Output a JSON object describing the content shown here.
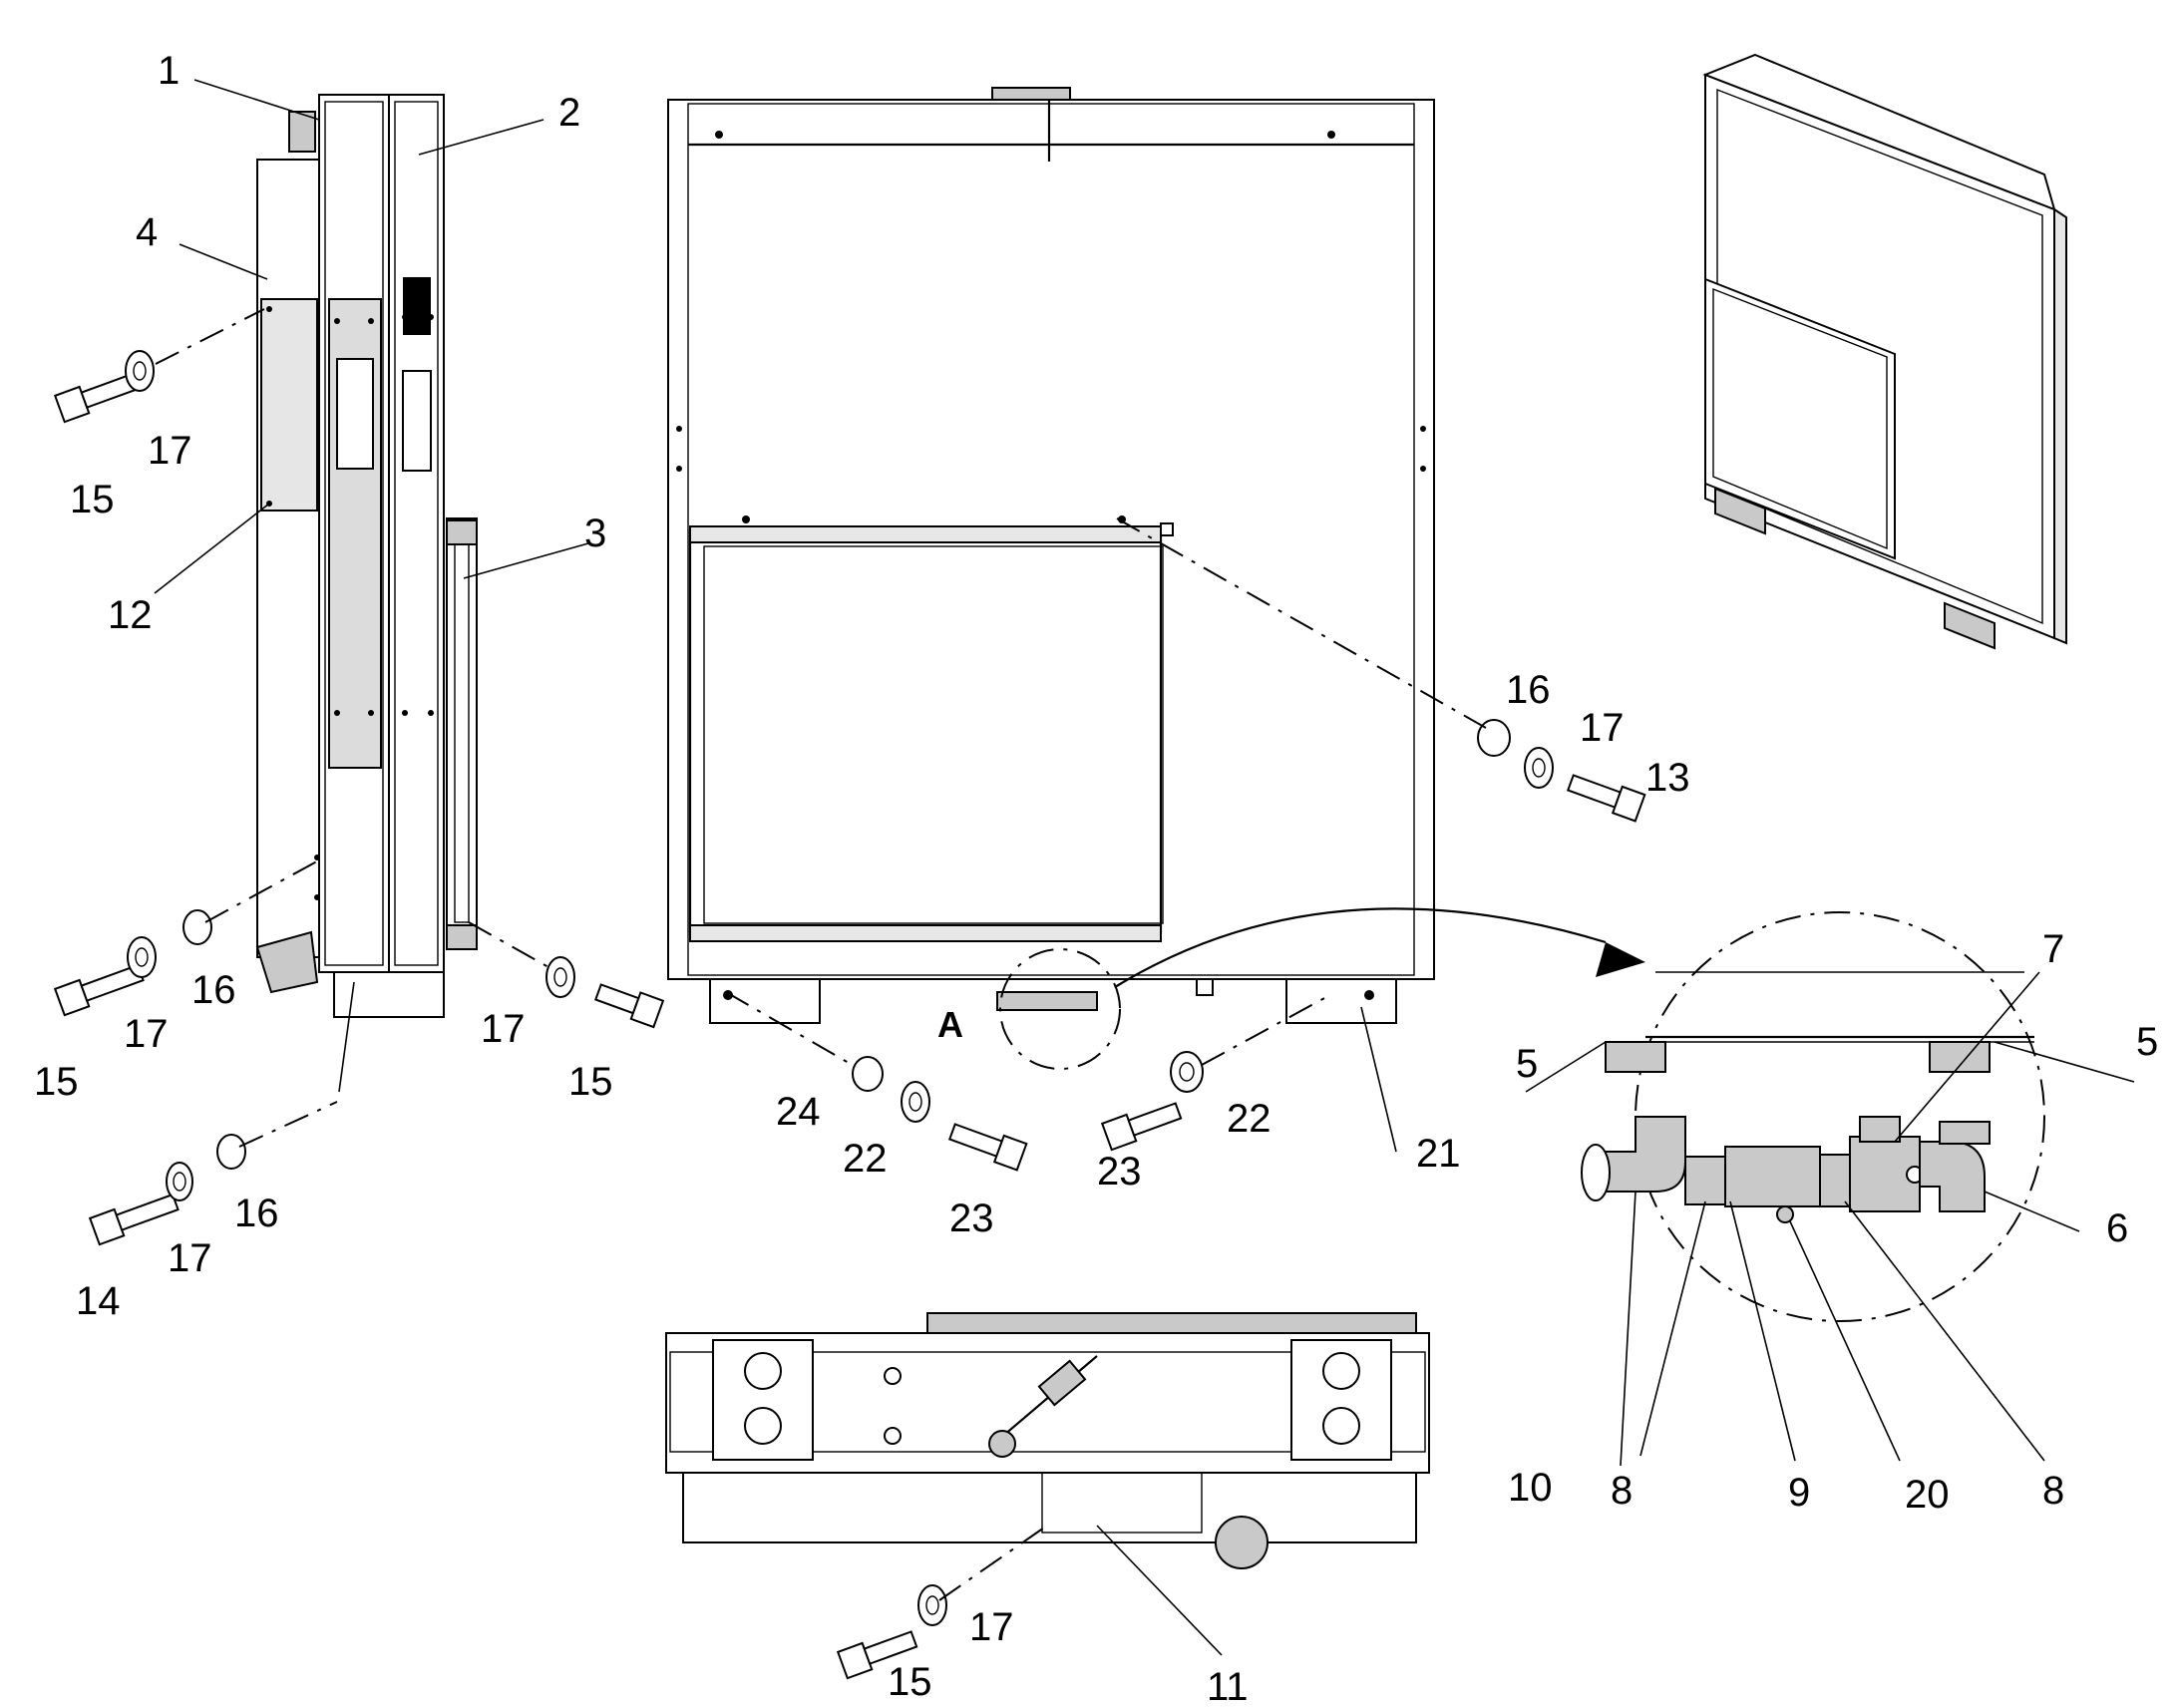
{
  "callouts": {
    "c1": "1",
    "c2": "2",
    "c3": "3",
    "c4": "4",
    "c5a": "5",
    "c5b": "5",
    "c6": "6",
    "c7": "7",
    "c8a": "8",
    "c8b": "8",
    "c9": "9",
    "c10": "10",
    "c11": "11",
    "c12": "12",
    "c13": "13",
    "c14": "14",
    "c15a": "15",
    "c15b": "15",
    "c15c": "15",
    "c15d": "15",
    "c16a": "16",
    "c16b": "16",
    "c16c": "16",
    "c17a": "17",
    "c17b": "17",
    "c17c": "17",
    "c17d": "17",
    "c17e": "17",
    "c17f": "17",
    "c20": "20",
    "c21": "21",
    "c22a": "22",
    "c22b": "22",
    "c23a": "23",
    "c23b": "23",
    "c24": "24"
  },
  "detail_label": "A"
}
